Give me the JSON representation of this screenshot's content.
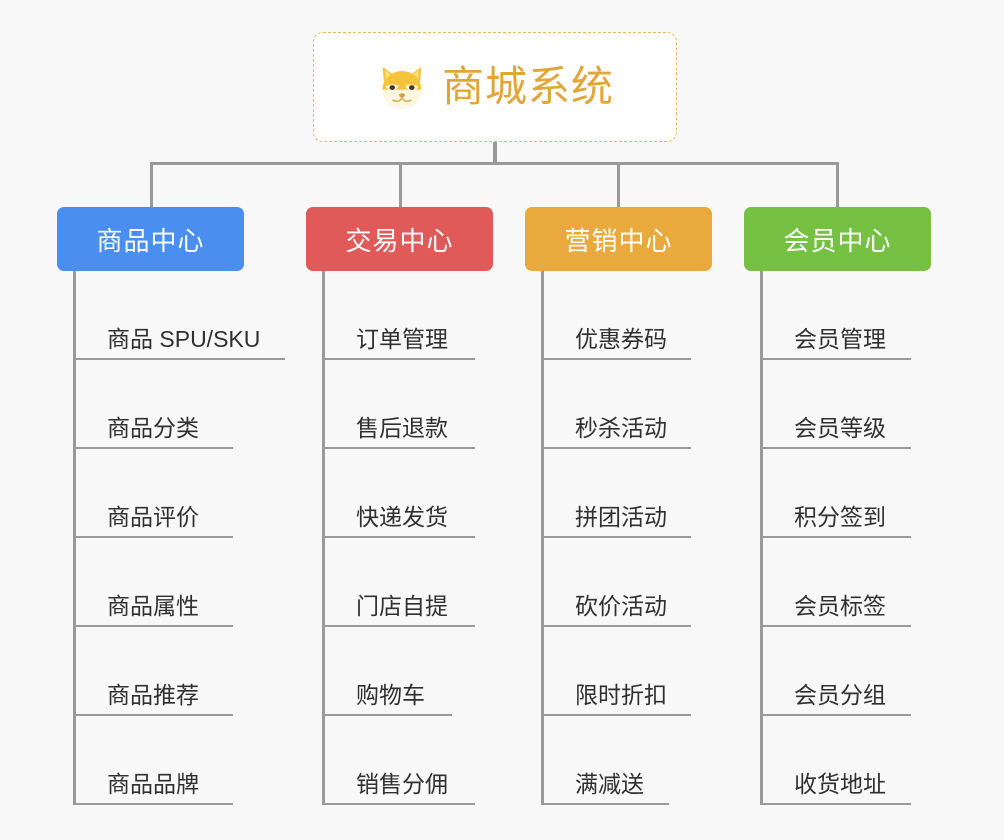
{
  "page": {
    "background_color": "#f8f8f8",
    "line_color": "#9a9a9a"
  },
  "root": {
    "title": "商城系统",
    "icon": "shiba-dog-icon",
    "text_color": "#e0a63a",
    "border_color": "#e6b85c",
    "background_color": "#ffffff"
  },
  "categories": [
    {
      "label": "商品中心",
      "color": "#4a8ef0",
      "items": [
        "商品 SPU/SKU",
        "商品分类",
        "商品评价",
        "商品属性",
        "商品推荐",
        "商品品牌"
      ]
    },
    {
      "label": "交易中心",
      "color": "#e15a5a",
      "items": [
        "订单管理",
        "售后退款",
        "快递发货",
        "门店自提",
        "购物车",
        "销售分佣"
      ]
    },
    {
      "label": "营销中心",
      "color": "#eaa93c",
      "items": [
        "优惠券码",
        "秒杀活动",
        "拼团活动",
        "砍价活动",
        "限时折扣",
        "满减送"
      ]
    },
    {
      "label": "会员中心",
      "color": "#76c144",
      "items": [
        "会员管理",
        "会员等级",
        "积分签到",
        "会员标签",
        "会员分组",
        "收货地址"
      ]
    }
  ]
}
